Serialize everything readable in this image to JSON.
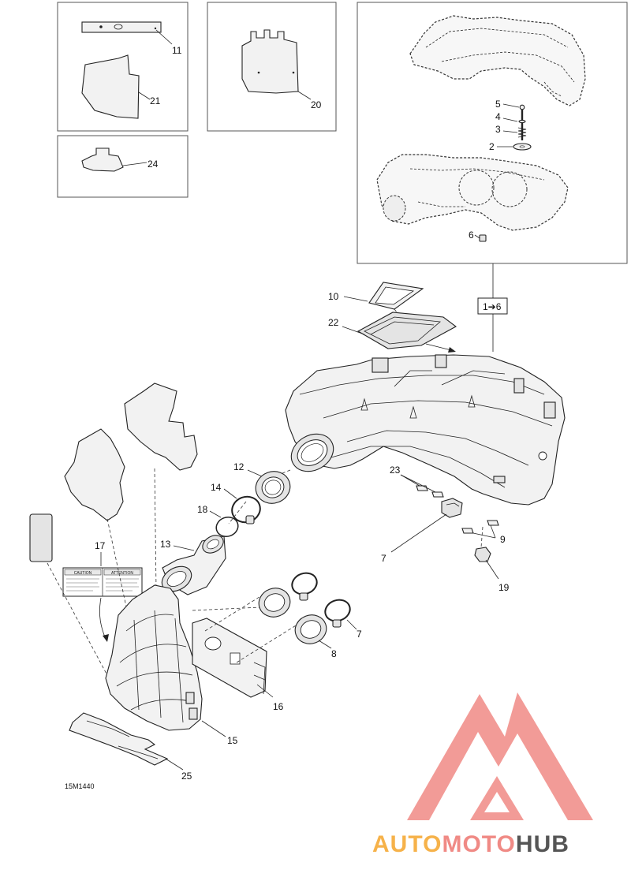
{
  "figure_code": "15M1440",
  "range_badge": "1➔6",
  "callouts": [
    {
      "id": "c11",
      "text": "11"
    },
    {
      "id": "c21",
      "text": "21"
    },
    {
      "id": "c20",
      "text": "20"
    },
    {
      "id": "c24",
      "text": "24"
    },
    {
      "id": "c5",
      "text": "5"
    },
    {
      "id": "c4",
      "text": "4"
    },
    {
      "id": "c3",
      "text": "3"
    },
    {
      "id": "c2",
      "text": "2"
    },
    {
      "id": "c6",
      "text": "6"
    },
    {
      "id": "c10",
      "text": "10"
    },
    {
      "id": "c22",
      "text": "22"
    },
    {
      "id": "c12",
      "text": "12"
    },
    {
      "id": "c14",
      "text": "14"
    },
    {
      "id": "c18",
      "text": "18"
    },
    {
      "id": "c13",
      "text": "13"
    },
    {
      "id": "c17",
      "text": "17"
    },
    {
      "id": "c7a",
      "text": "7"
    },
    {
      "id": "c8",
      "text": "8"
    },
    {
      "id": "c7b",
      "text": "7"
    },
    {
      "id": "c23",
      "text": "23"
    },
    {
      "id": "c9",
      "text": "9"
    },
    {
      "id": "c19",
      "text": "19"
    },
    {
      "id": "c16",
      "text": "16"
    },
    {
      "id": "c15",
      "text": "15"
    },
    {
      "id": "c25",
      "text": "25"
    }
  ],
  "label_17": {
    "left_heading": "CAUTION",
    "right_heading": "ATTENTION"
  },
  "watermark": {
    "parts": [
      "AUTO",
      "MOTO",
      "HUB"
    ],
    "colors": [
      "#f6b24a",
      "#f08a85",
      "#555555"
    ],
    "logo_color": "#f08a85"
  }
}
